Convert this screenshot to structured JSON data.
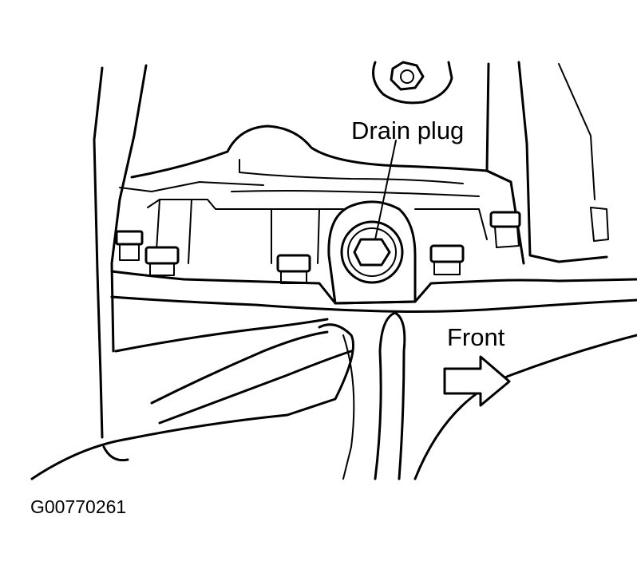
{
  "callouts": {
    "drain_plug": "Drain plug",
    "front": "Front"
  },
  "figure_code": "G00770261",
  "icons": {
    "direction_arrow": "right-arrow-icon"
  },
  "colors": {
    "line": "#000000",
    "background": "#ffffff"
  }
}
